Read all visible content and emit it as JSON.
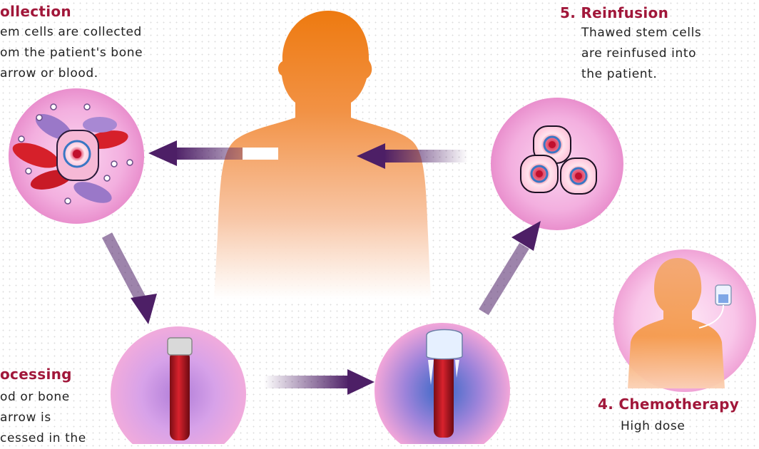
{
  "steps": {
    "collection": {
      "title": "ollection",
      "lines": [
        "em cells are collected",
        "om the patient's bone",
        "arrow or blood."
      ]
    },
    "processing": {
      "title": "ocessing",
      "lines": [
        "od or bone",
        "arrow is",
        "cessed in the"
      ]
    },
    "chemotherapy": {
      "title": "4. Chemotherapy",
      "lines": [
        "High dose"
      ]
    },
    "reinfusion": {
      "title": "5. Reinfusion",
      "lines": [
        "Thawed stem cells",
        "are reinfused into",
        "the patient."
      ]
    }
  },
  "colors": {
    "title": "#a1173a",
    "arrow": "#5a2a6e",
    "body_top": "#f07a12",
    "circle": "#f2a8dc"
  },
  "icons": [
    "human-silhouette-icon",
    "stem-cell-cluster-icon",
    "blood-tube-icon",
    "frozen-tube-icon",
    "iv-bag-icon",
    "arrow-icon"
  ]
}
